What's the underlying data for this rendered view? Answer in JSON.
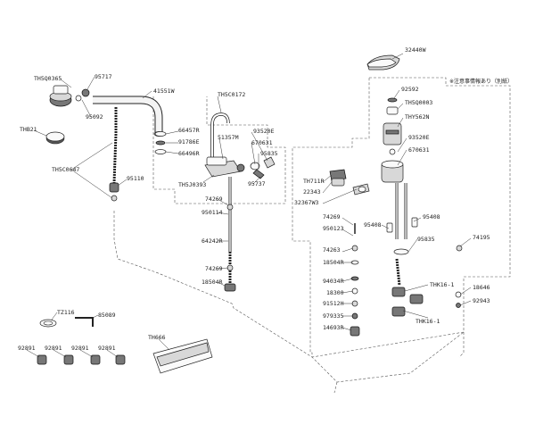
{
  "labels": {
    "l_32440w": "32440W",
    "l_note": "※注意事情報あり（別紙）",
    "l_92592": "92592",
    "l_th5q0003": "TH5Q0003",
    "l_thy562n": "THY562N",
    "l_93520e_r": "93520E",
    "l_670631_r": "670631",
    "l_th711r": "TH711R",
    "l_22343": "22343",
    "l_32367w3": "32367W3",
    "l_74269_r": "74269",
    "l_95408_l": "95408",
    "l_95408_r": "95408",
    "l_950123": "950123",
    "l_95835_r": "95835",
    "l_74195": "74195",
    "l_74263": "74263",
    "l_18504r_r": "18504R",
    "l_94034r": "94034R",
    "l_18300": "18300",
    "l_91512h": "91512H",
    "l_979335": "979335",
    "l_14693r": "14693R",
    "l_thk16_1a": "THK16-1",
    "l_thk16_1b": "THK16-1",
    "l_18646": "18646",
    "l_92943": "92943",
    "l_th5q0365": "TH5Q0365",
    "l_95717": "95717",
    "l_41551w": "41551W",
    "l_95092": "95092",
    "l_thb21": "THB21",
    "l_th5c0647": "TH5C0647",
    "l_95110": "95110",
    "l_th5c0172": "TH5C0172",
    "l_66457r": "66457R",
    "l_91786e": "91786E",
    "l_66496r": "66496R",
    "l_51357m": "51357M",
    "l_93520e_m": "93520E",
    "l_670631_m": "670631",
    "l_95835_m": "95835",
    "l_th5j0393": "TH5J0393",
    "l_95737": "95737",
    "l_74269_m1": "74269",
    "l_950114": "950114",
    "l_64242r": "64242R",
    "l_74269_m2": "74269",
    "l_18504r_m": "18504R",
    "l_tz116": "TZ116",
    "l_85089": "85089",
    "l_92891_1": "92891",
    "l_92891_2": "92891",
    "l_92891_3": "92891",
    "l_92891_4": "92891",
    "l_th666": "TH666"
  }
}
